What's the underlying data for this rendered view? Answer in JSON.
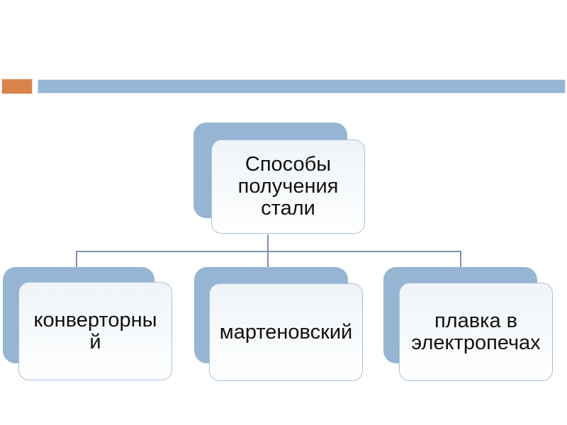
{
  "slide": {
    "background_color": "#ffffff",
    "header": {
      "accent_block_color": "#d9834a",
      "bar_color": "#96b5d2"
    },
    "diagram": {
      "type": "hierarchy",
      "connector_color": "#7e93ab",
      "node_shadow_color": "#96b5d2",
      "node_fill_top": "#eff4f9",
      "node_fill_bottom": "#ffffff",
      "node_border_color": "#a6c1da",
      "text_color": "#111111",
      "root": {
        "label": "Способы получения стали",
        "display": "Способы\nполучения\nстали"
      },
      "children": [
        {
          "label": "конверторный",
          "display": "конверторны\nй"
        },
        {
          "label": "мартеновский",
          "display": "мартеновский"
        },
        {
          "label": "плавка в электропечах",
          "display": "плавка в\nэлектропечах"
        }
      ]
    }
  }
}
